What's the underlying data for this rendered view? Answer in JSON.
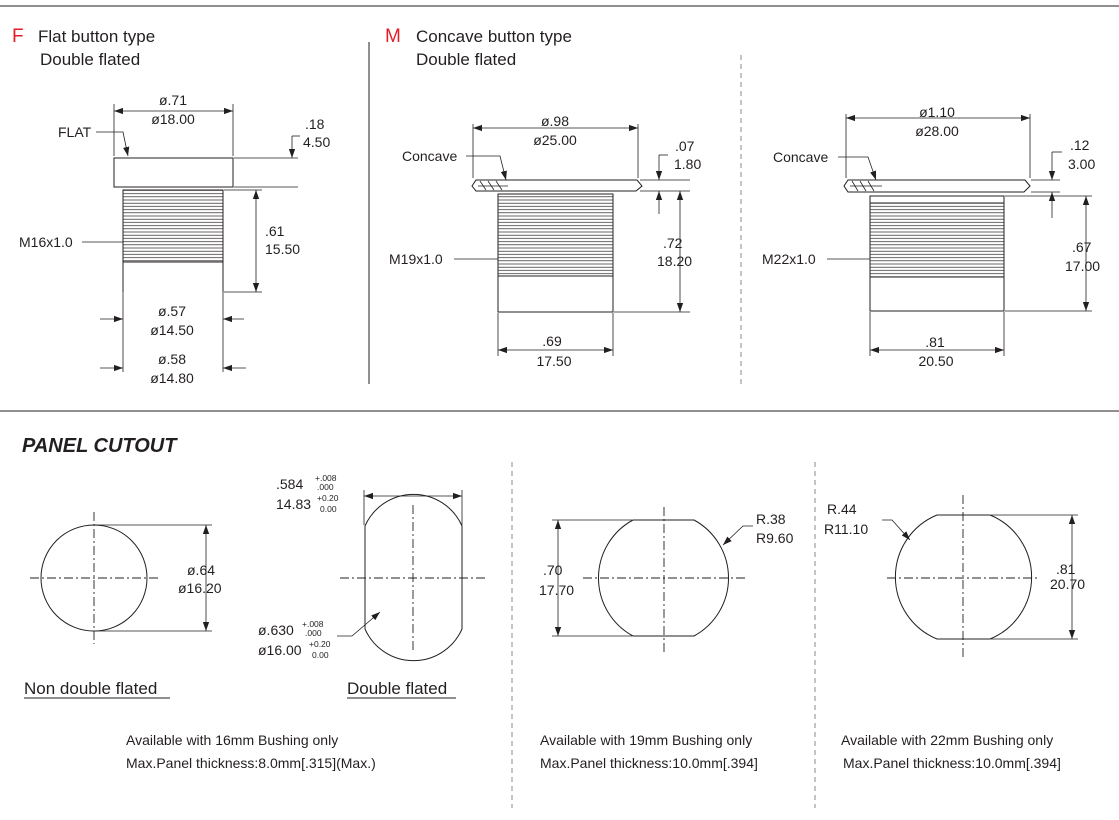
{
  "sections": {
    "flat": {
      "code": "F",
      "title": "Flat button type",
      "subtitle": "Double flated",
      "dims": {
        "dia_in": "ø.71",
        "dia_mm": "ø18.00",
        "flat_label": "FLAT",
        "head_in": ".18",
        "head_mm": "4.50",
        "thread": "M16x1.0",
        "len_in": ".61",
        "len_mm": "15.50",
        "flat1_in": "ø.57",
        "flat1_mm": "ø14.50",
        "flat2_in": "ø.58",
        "flat2_mm": "ø14.80"
      }
    },
    "concave": {
      "code": "M",
      "title": "Concave button type",
      "subtitle": "Double flated",
      "left": {
        "dia_in": "ø.98",
        "dia_mm": "ø25.00",
        "concave_label": "Concave",
        "head_in": ".07",
        "head_mm": "1.80",
        "thread": "M19x1.0",
        "len_in": ".72",
        "len_mm": "18.20",
        "base_in": ".69",
        "base_mm": "17.50"
      },
      "right": {
        "dia_in": "ø1.10",
        "dia_mm": "ø28.00",
        "concave_label": "Concave",
        "head_in": ".12",
        "head_mm": "3.00",
        "thread": "M22x1.0",
        "len_in": ".67",
        "len_mm": "17.00",
        "base_in": ".81",
        "base_mm": "20.50"
      }
    },
    "panel": {
      "title": "PANEL CUTOUT",
      "non_flated": {
        "dia_in": "ø.64",
        "dia_mm": "ø16.20",
        "label": "Non double flated"
      },
      "double_flated": {
        "flat_in": ".584",
        "flat_in_tol_plus": "+.008",
        "flat_in_tol_minus": ".000",
        "flat_mm": "14.83",
        "flat_mm_tol_plus": "+0.20",
        "flat_mm_tol_minus": "0.00",
        "dia_in": "ø.630",
        "dia_in_tol_plus": "+.008",
        "dia_in_tol_minus": ".000",
        "dia_mm": "ø16.00",
        "dia_mm_tol_plus": "+0.20",
        "dia_mm_tol_minus": "0.00",
        "label": "Double flated"
      },
      "note16": {
        "line1": "Available with 16mm Bushing only",
        "line2": "Max.Panel thickness:8.0mm[.315](Max.)"
      },
      "cut19": {
        "r_in": "R.38",
        "r_mm": "R9.60",
        "h_in": ".70",
        "h_mm": "17.70"
      },
      "note19": {
        "line1": "Available with 19mm Bushing only",
        "line2": "Max.Panel thickness:10.0mm[.394]"
      },
      "cut22": {
        "r_in": "R.44",
        "r_mm": "R11.10",
        "h_in": ".81",
        "h_mm": "20.70"
      },
      "note22": {
        "line1": "Available with 22mm Bushing only",
        "line2": "Max.Panel thickness:10.0mm[.394]"
      }
    }
  }
}
